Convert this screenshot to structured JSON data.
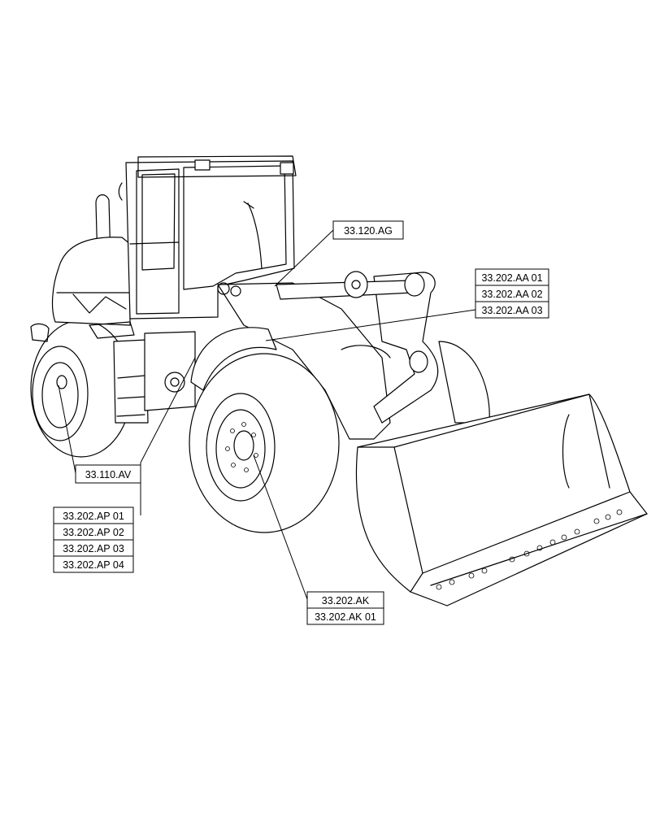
{
  "callouts": {
    "c_33_120_ag": "33.120.AG",
    "c_33_202_aa": [
      "33.202.AA 01",
      "33.202.AA 02",
      "33.202.AA 03"
    ],
    "c_33_110_av": "33.110.AV",
    "c_33_202_ap": [
      "33.202.AP 01",
      "33.202.AP 02",
      "33.202.AP 03",
      "33.202.AP 04"
    ],
    "c_33_202_ak": [
      "33.202.AK",
      "33.202.AK 01"
    ]
  }
}
